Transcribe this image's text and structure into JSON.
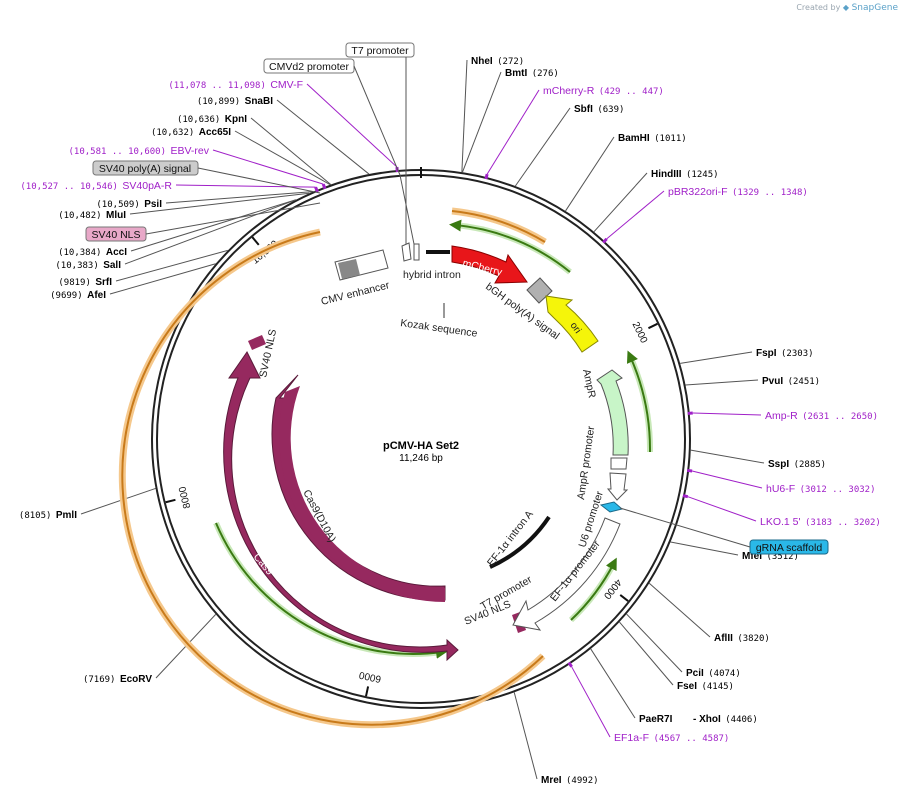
{
  "branding": {
    "created_by": "Created by",
    "product": "SnapGene"
  },
  "plasmid": {
    "name": "pCMV-HA Set2",
    "size": "11,246 bp",
    "length": 11246
  },
  "colors": {
    "backbone": "#222222",
    "enzyme_line": "#555555",
    "primer": "#a020c8",
    "cas9": "#96295f",
    "mcherry": "#e8161a",
    "ori": "#f5f50a",
    "ampr": "#c8f5c8",
    "orf_green": "#3a7a12",
    "orf_orange": "#f5c88c",
    "grna": "#2ab8e8",
    "polyA_gray": "#b0b0b0",
    "nls_pink": "#e8a8c8"
  },
  "scale_ticks": [
    {
      "label": "2000",
      "pos": 2000
    },
    {
      "label": "4000",
      "pos": 4000
    },
    {
      "label": "6000",
      "pos": 6000
    },
    {
      "label": "8000",
      "pos": 8000
    },
    {
      "label": "10,000",
      "pos": 10000
    }
  ],
  "sites": [
    {
      "name": "NheI",
      "pos": "(272)",
      "pos_val": 272
    },
    {
      "name": "BmtI",
      "pos": "(276)",
      "pos_val": 276
    },
    {
      "name": "SbfI",
      "pos": "(639)",
      "pos_val": 639
    },
    {
      "name": "BamHI",
      "pos": "(1011)",
      "pos_val": 1011
    },
    {
      "name": "HindIII",
      "pos": "(1245)",
      "pos_val": 1245
    },
    {
      "name": "FspI",
      "pos": "(2303)",
      "pos_val": 2303
    },
    {
      "name": "PvuI",
      "pos": "(2451)",
      "pos_val": 2451
    },
    {
      "name": "SspI",
      "pos": "(2885)",
      "pos_val": 2885
    },
    {
      "name": "MfeI",
      "pos": "(3512)",
      "pos_val": 3512
    },
    {
      "name": "AflII",
      "pos": "(3820)",
      "pos_val": 3820
    },
    {
      "name": "PciI",
      "pos": "(4074)",
      "pos_val": 4074
    },
    {
      "name": "FseI",
      "pos": "(4145)",
      "pos_val": 4145
    },
    {
      "name": "PaeR7I",
      "pos": "",
      "pos_val": 4406
    },
    {
      "name": "- XhoI",
      "pos": "(4406)",
      "pos_val": 4406
    },
    {
      "name": "MreI",
      "pos": "(4992)",
      "pos_val": 4992
    },
    {
      "name": "EcoRV",
      "pos": "(7169)",
      "pos_val": 7169
    },
    {
      "name": "PmlI",
      "pos": "(8105)",
      "pos_val": 8105
    },
    {
      "name": "AfeI",
      "pos": "(9699)",
      "pos_val": 9699
    },
    {
      "name": "SrfI",
      "pos": "(9819)",
      "pos_val": 9819
    },
    {
      "name": "SalI",
      "pos": "(10,383)",
      "pos_val": 10383
    },
    {
      "name": "AccI",
      "pos": "(10,384)",
      "pos_val": 10384
    },
    {
      "name": "MluI",
      "pos": "(10,482)",
      "pos_val": 10482
    },
    {
      "name": "PsiI",
      "pos": "(10,509)",
      "pos_val": 10509
    },
    {
      "name": "Acc65I",
      "pos": "(10,632)",
      "pos_val": 10632
    },
    {
      "name": "KpnI",
      "pos": "(10,636)",
      "pos_val": 10636
    },
    {
      "name": "SnaBI",
      "pos": "(10,899)",
      "pos_val": 10899
    }
  ],
  "primers": [
    {
      "name": "mCherry-R",
      "range": "(429 .. 447)",
      "start": 429,
      "end": 447
    },
    {
      "name": "pBR322ori-F",
      "range": "(1329 .. 1348)",
      "start": 1329,
      "end": 1348
    },
    {
      "name": "Amp-R",
      "range": "(2631 .. 2650)",
      "start": 2631,
      "end": 2650
    },
    {
      "name": "hU6-F",
      "range": "(3012 .. 3032)",
      "start": 3012,
      "end": 3032
    },
    {
      "name": "LKO.1 5'",
      "range": "(3183 .. 3202)",
      "start": 3183,
      "end": 3202
    },
    {
      "name": "EF1a-F",
      "range": "(4567 .. 4587)",
      "start": 4567,
      "end": 4587
    },
    {
      "name": "SV40pA-R",
      "range": "(10,527 .. 10,546)",
      "start": 10527,
      "end": 10546
    },
    {
      "name": "EBV-rev",
      "range": "(10,581 .. 10,600)",
      "start": 10581,
      "end": 10600
    },
    {
      "name": "CMV-F",
      "range": "(11,078 .. 11,098)",
      "start": 11078,
      "end": 11098
    }
  ],
  "boxed_labels": {
    "t7_top": "T7 promoter",
    "cmvd2": "CMVd2 promoter",
    "sv40_polya": "SV40 poly(A) signal",
    "sv40_nls": "SV40 NLS",
    "grna_scaffold": "gRNA scaffold"
  },
  "feature_labels": {
    "cmv_enhancer": "CMV enhancer",
    "hybrid_intron": "hybrid intron",
    "mcherry": "mCherry",
    "bgh": "bGH poly(A) signal",
    "ori": "ori",
    "kozak": "Kozak sequence",
    "ampr": "AmpR",
    "ampr_promoter": "AmpR promoter",
    "u6": "U6 promoter",
    "ef1a_promoter": "EF-1α promoter",
    "ef1a_intron": "EF-1α intron A",
    "t7_inner": "T7 promoter",
    "sv40_nls_inner": "SV40 NLS",
    "sv40_nls_left": "SV40 NLS",
    "cas9": "Cas9",
    "cas9_d10a": "Cas9(D10A)"
  }
}
